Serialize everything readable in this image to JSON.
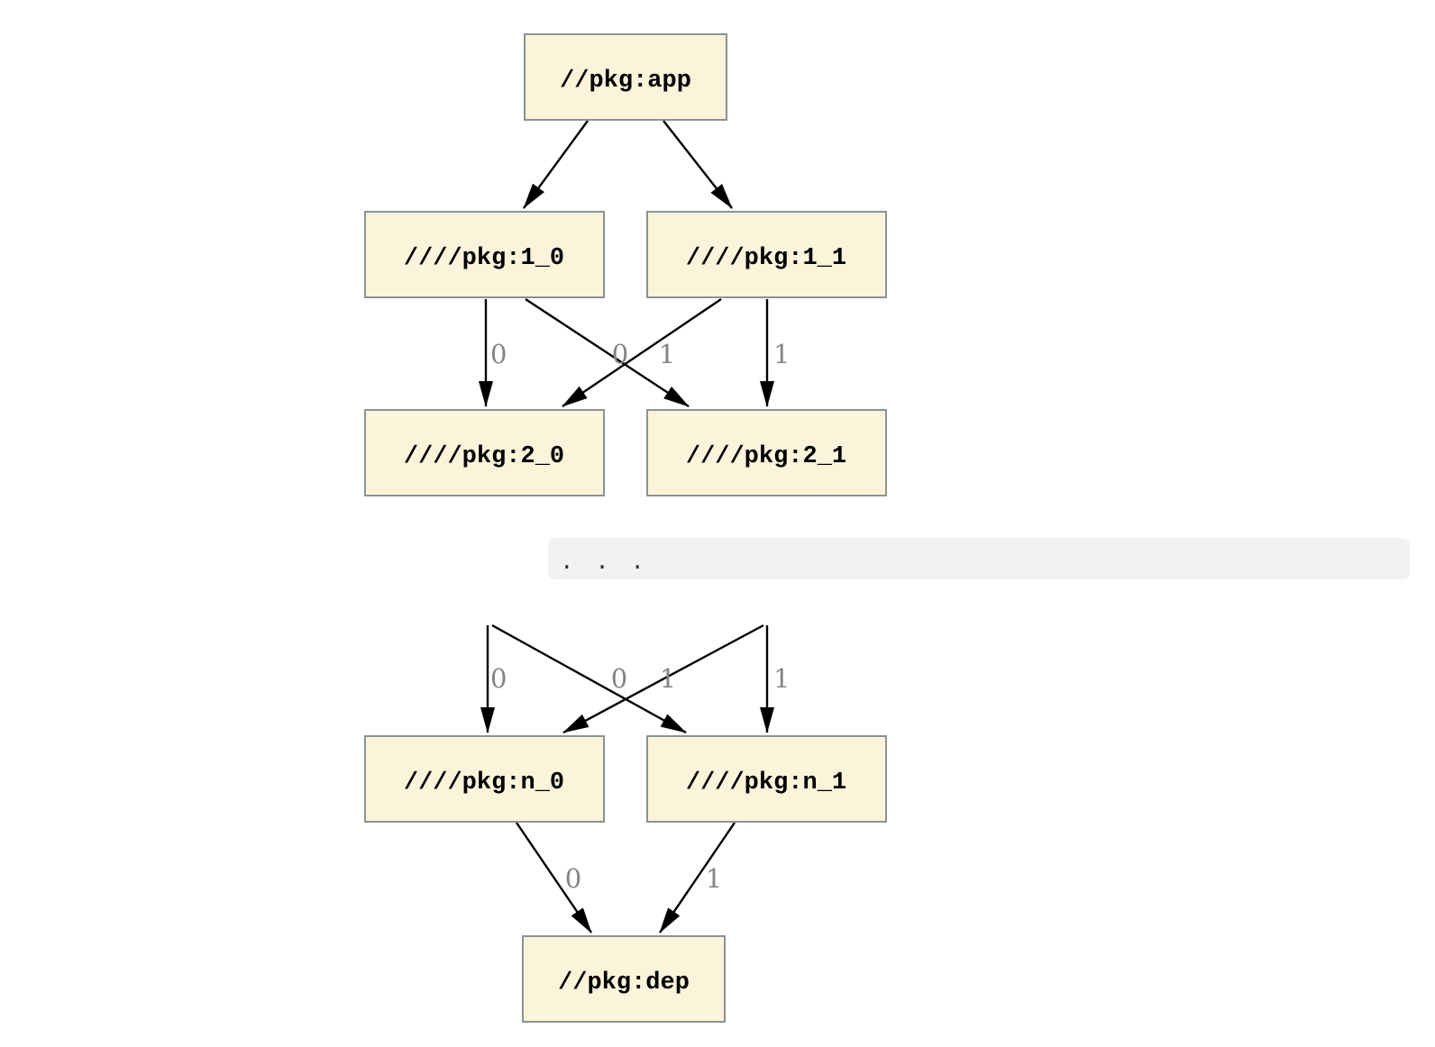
{
  "diagram": {
    "kind": "build-dependency-graph",
    "colors": {
      "node_fill": "#FBF4DB",
      "node_border": "#8A9394",
      "node_text": "#000000",
      "edge": "#000000",
      "edge_label": "#848484",
      "ellipsis_band_bg": "#F1F1F1"
    },
    "upper_graph": {
      "nodes": [
        {
          "id": "app",
          "label": "//pkg:app"
        },
        {
          "id": "1_0",
          "label": "////pkg:1_0"
        },
        {
          "id": "1_1",
          "label": "////pkg:1_1"
        },
        {
          "id": "2_0",
          "label": "////pkg:2_0"
        },
        {
          "id": "2_1",
          "label": "////pkg:2_1"
        }
      ],
      "edges": [
        {
          "from": "//pkg:app",
          "to": "////pkg:1_0",
          "label": ""
        },
        {
          "from": "//pkg:app",
          "to": "////pkg:1_1",
          "label": ""
        },
        {
          "from": "////pkg:1_0",
          "to": "////pkg:2_0",
          "label": "0"
        },
        {
          "from": "////pkg:1_0",
          "to": "////pkg:2_1",
          "label": "0"
        },
        {
          "from": "////pkg:1_1",
          "to": "////pkg:2_0",
          "label": "1"
        },
        {
          "from": "////pkg:1_1",
          "to": "////pkg:2_1",
          "label": "1"
        }
      ]
    },
    "ellipsis": ". . .",
    "lower_graph": {
      "nodes": [
        {
          "id": "n_0",
          "label": "////pkg:n_0"
        },
        {
          "id": "n_1",
          "label": "////pkg:n_1"
        },
        {
          "id": "dep",
          "label": "//pkg:dep"
        }
      ],
      "edges": [
        {
          "from": "",
          "to": "////pkg:n_0",
          "label": "0"
        },
        {
          "from": "",
          "to": "////pkg:n_1",
          "label": "0"
        },
        {
          "from": "",
          "to": "////pkg:n_0",
          "label": "1"
        },
        {
          "from": "",
          "to": "////pkg:n_1",
          "label": "1"
        },
        {
          "from": "////pkg:n_0",
          "to": "//pkg:dep",
          "label": "0"
        },
        {
          "from": "////pkg:n_1",
          "to": "//pkg:dep",
          "label": "1"
        }
      ]
    }
  }
}
